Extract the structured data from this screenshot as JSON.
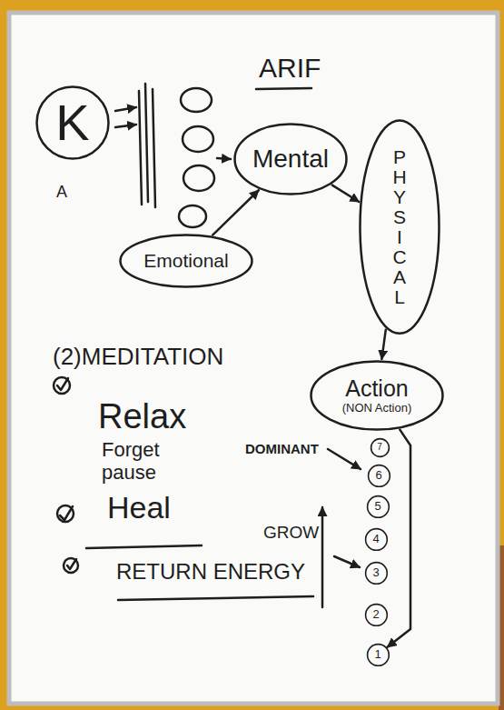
{
  "diagram": {
    "title": "ARIF",
    "nodes": [
      {
        "text": [
          "K"
        ]
      },
      {
        "text": [
          "Mental"
        ]
      },
      {
        "text": [
          "Emotional"
        ]
      },
      {
        "text": [
          "PHYSICAL"
        ]
      },
      {
        "text": [
          "Action",
          "(NON Action)"
        ]
      },
      {
        "text": [
          "7"
        ]
      },
      {
        "text": [
          "6"
        ]
      },
      {
        "text": [
          "5"
        ]
      },
      {
        "text": [
          "4"
        ]
      },
      {
        "text": [
          "3"
        ]
      },
      {
        "text": [
          "2"
        ]
      },
      {
        "text": [
          "1"
        ]
      }
    ],
    "edges": [
      {
        "from": 2,
        "to": 1,
        "arrow": "to"
      },
      {
        "from": 1,
        "to": 3,
        "arrow": "to"
      },
      {
        "from": 3,
        "to": 4,
        "arrow": "to"
      },
      {
        "from": 4,
        "to": 11,
        "arrow": "to"
      }
    ],
    "labels": [
      "A",
      "(2)MEDITATION",
      "Relax",
      "Forget",
      "pause",
      "Heal",
      "RETURN ENERGY",
      "DOMINANT",
      "GROW"
    ]
  }
}
